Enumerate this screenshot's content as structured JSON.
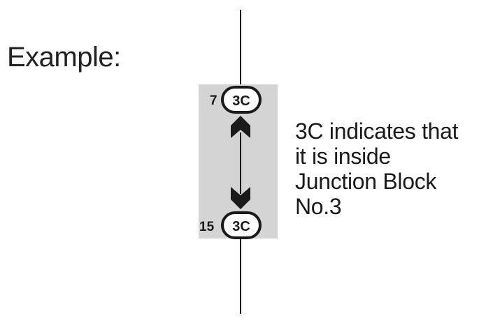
{
  "heading": "Example:",
  "block": {
    "top_pin_number": "7",
    "top_connector_label": "3C",
    "bottom_pin_number": "15",
    "bottom_connector_label": "3C"
  },
  "note_lines": [
    "3C indicates that",
    "it is inside",
    "Junction Block",
    "No.3"
  ],
  "colors": {
    "block_fill": "#d4d4d4",
    "line": "#1a1a1a",
    "text": "#1a1a1a"
  }
}
